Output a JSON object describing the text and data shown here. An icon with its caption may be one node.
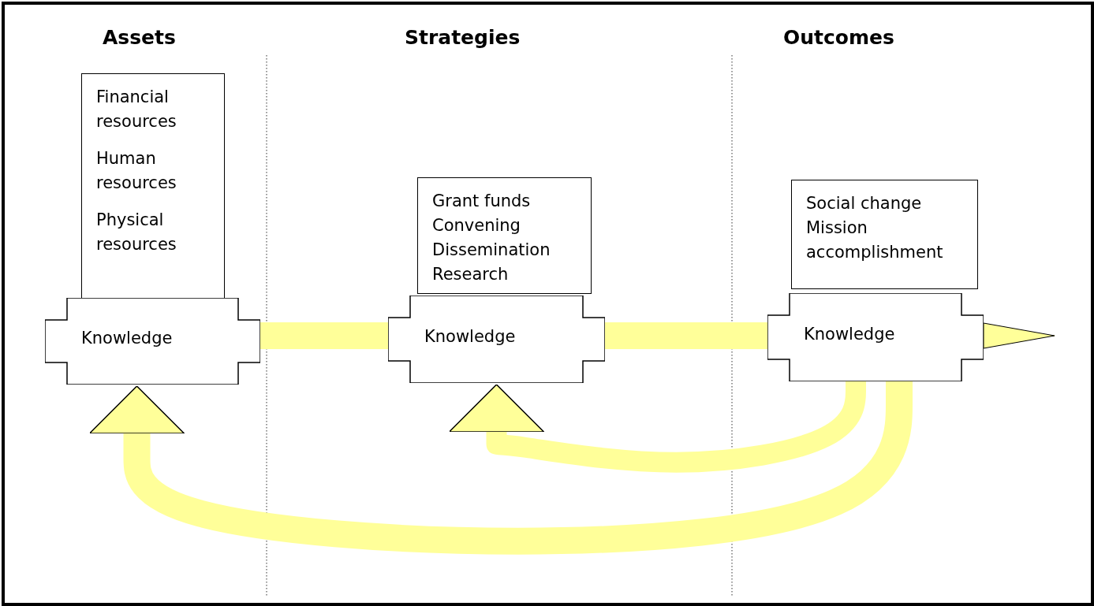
{
  "diagram": {
    "nodes": [
      {
        "text": [
          "Financial resources",
          "Human resources",
          "Physical resources"
        ]
      },
      {
        "text": [
          "Knowledge"
        ]
      },
      {
        "text": [
          "Grant funds",
          "Convening",
          "Dissemination",
          "Research"
        ]
      },
      {
        "text": [
          "Knowledge"
        ]
      },
      {
        "text": [
          "Social change",
          "Mission accomplishment"
        ]
      },
      {
        "text": [
          "Knowledge"
        ]
      }
    ],
    "edges": [
      {
        "from": 1,
        "to": 3,
        "arrow": "none"
      },
      {
        "from": 3,
        "to": 5,
        "arrow": "none"
      },
      {
        "from": 5,
        "to": null,
        "arrow": "to"
      },
      {
        "from": 5,
        "to": 1,
        "arrow": "to"
      },
      {
        "from": 5,
        "to": 3,
        "arrow": "to"
      }
    ],
    "labels": [
      "Assets",
      "Strategies",
      "Outcomes"
    ]
  }
}
